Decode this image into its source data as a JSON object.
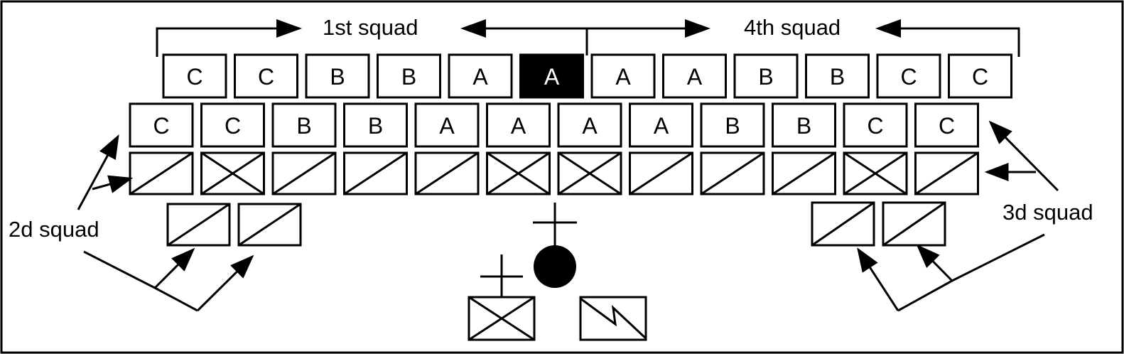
{
  "labels": {
    "squad1": "1st squad",
    "squad2": "2d squad",
    "squad3": "3d squad",
    "squad4": "4th squad"
  },
  "rows": {
    "top": [
      "C",
      "C",
      "B",
      "B",
      "A",
      "A",
      "A",
      "A",
      "B",
      "B",
      "C",
      "C"
    ],
    "second": [
      "C",
      "C",
      "B",
      "B",
      "A",
      "A",
      "A",
      "A",
      "B",
      "B",
      "C",
      "C"
    ],
    "vehicles": [
      "slash",
      "cross",
      "slash",
      "slash",
      "slash",
      "cross",
      "cross",
      "slash",
      "slash",
      "slash",
      "cross",
      "slash"
    ]
  },
  "highlight_top_index": 5,
  "colors": {
    "ink": "#000000",
    "paper": "#ffffff"
  },
  "icons": {
    "leader_symbol": "cross-over-filled-circle-icon",
    "hq_vehicle": "cross-box-with-plus-icon",
    "signal_vehicle": "zigzag-box-icon"
  }
}
